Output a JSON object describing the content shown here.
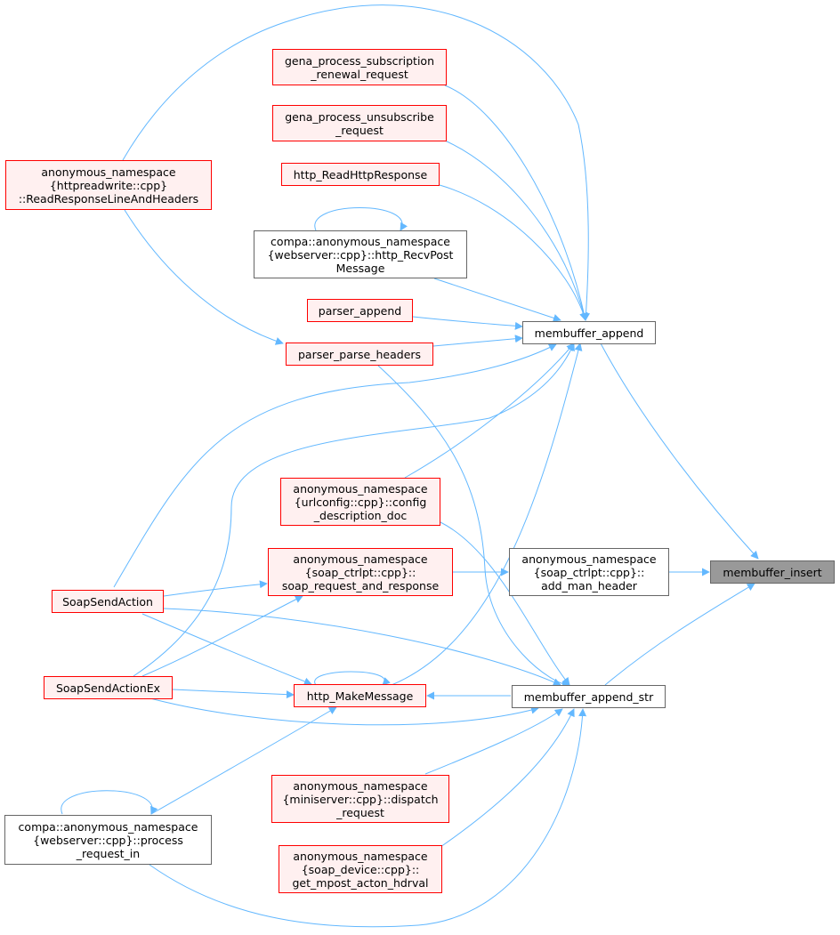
{
  "nodes": {
    "gena_process_subscription_renewal_request": {
      "label": "gena_process_subscription\n_renewal_request",
      "kind": "red"
    },
    "gena_process_unsubscribe_request": {
      "label": "gena_process_unsubscribe\n_request",
      "kind": "red"
    },
    "http_readhttpresponse": {
      "label": "http_ReadHttpResponse",
      "kind": "red"
    },
    "readresponselineandheaders": {
      "label": "anonymous_namespace\n{httpreadwrite::cpp}\n::ReadResponseLineAndHeaders",
      "kind": "red"
    },
    "http_recvpostmessage": {
      "label": "compa::anonymous_namespace\n{webserver::cpp}::http_RecvPost\nMessage",
      "kind": "normal"
    },
    "parser_append": {
      "label": "parser_append",
      "kind": "red"
    },
    "membuffer_append": {
      "label": "membuffer_append",
      "kind": "normal"
    },
    "parser_parse_headers": {
      "label": "parser_parse_headers",
      "kind": "red"
    },
    "config_description_doc": {
      "label": "anonymous_namespace\n{urlconfig::cpp}::config\n_description_doc",
      "kind": "red"
    },
    "soap_request_and_response": {
      "label": "anonymous_namespace\n{soap_ctrlpt::cpp}::\nsoap_request_and_response",
      "kind": "red"
    },
    "add_man_header": {
      "label": "anonymous_namespace\n{soap_ctrlpt::cpp}::\nadd_man_header",
      "kind": "normal"
    },
    "membuffer_insert": {
      "label": "membuffer_insert",
      "kind": "focus"
    },
    "soapsendaction": {
      "label": "SoapSendAction",
      "kind": "red"
    },
    "soapsendactionex": {
      "label": "SoapSendActionEx",
      "kind": "red"
    },
    "http_makemessage": {
      "label": "http_MakeMessage",
      "kind": "red"
    },
    "membuffer_append_str": {
      "label": "membuffer_append_str",
      "kind": "normal"
    },
    "dispatch_request": {
      "label": "anonymous_namespace\n{miniserver::cpp}::dispatch\n_request",
      "kind": "red"
    },
    "process_request_in": {
      "label": "compa::anonymous_namespace\n{webserver::cpp}::process\n_request_in",
      "kind": "normal"
    },
    "get_mpost_acton_hdrval": {
      "label": "anonymous_namespace\n{soap_device::cpp}::\nget_mpost_acton_hdrval",
      "kind": "red"
    }
  },
  "colors": {
    "edge": "#63b8ff",
    "red_border": "#ff0000",
    "red_fill": "#fff0f0",
    "focus_fill": "#999999"
  }
}
